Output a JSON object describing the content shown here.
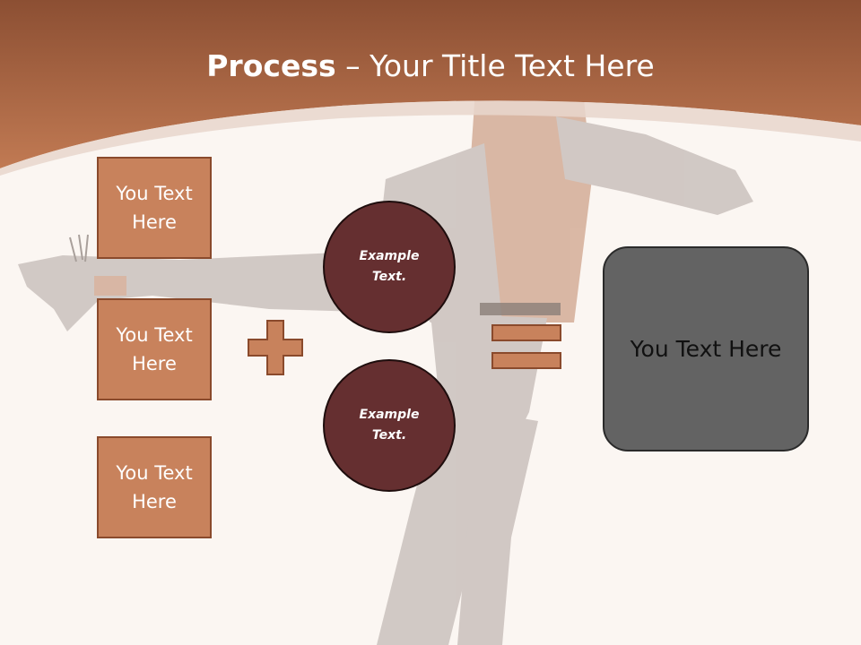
{
  "slide": {
    "title_bold": "Process",
    "title_rest": " – Your Title Text Here"
  },
  "left_boxes": [
    {
      "label": "You Text Here"
    },
    {
      "label": "You Text Here"
    },
    {
      "label": "You Text Here"
    }
  ],
  "circles": [
    {
      "label": "Example Text."
    },
    {
      "label": "Example Text."
    }
  ],
  "result_box": {
    "label": "You Text Here"
  },
  "colors": {
    "header": "#b8704b",
    "background": "#fbf6f2",
    "box_fill": "#c8825c",
    "box_border": "#8a4a2c",
    "circle_fill": "#652f30",
    "result_fill": "#636363"
  }
}
